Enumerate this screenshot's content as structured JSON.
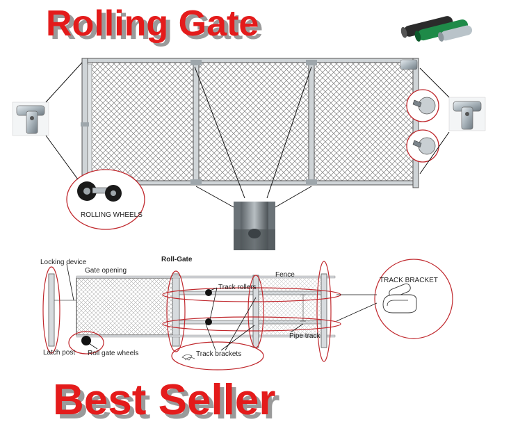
{
  "header": {
    "title": "Rolling Gate"
  },
  "footer": {
    "slogan": "Best Seller"
  },
  "top_diagram": {
    "wheels_label": "ROLLING WHEELS"
  },
  "bottom_diagram": {
    "locking_device": "Locking device",
    "gate_opening": "Gate opening",
    "roll_gate": "Roll-Gate",
    "fence": "Fence",
    "track_rollers": "Track rollers",
    "track_bracket": "TRACK BRACKET",
    "pipe_track": "Pipe track",
    "latch_post": "Latch post",
    "roll_gate_wheels": "Roll gate wheels",
    "track_brackets": "Track brackets"
  },
  "colors": {
    "title_red": "#e41b1b",
    "shadow_gray": "#9a9a9a",
    "mesh_gray": "#8a8a8a",
    "circle_red": "#c0282d",
    "pipe_green": "#1e8a48",
    "pipe_black": "#2b2b2b"
  }
}
